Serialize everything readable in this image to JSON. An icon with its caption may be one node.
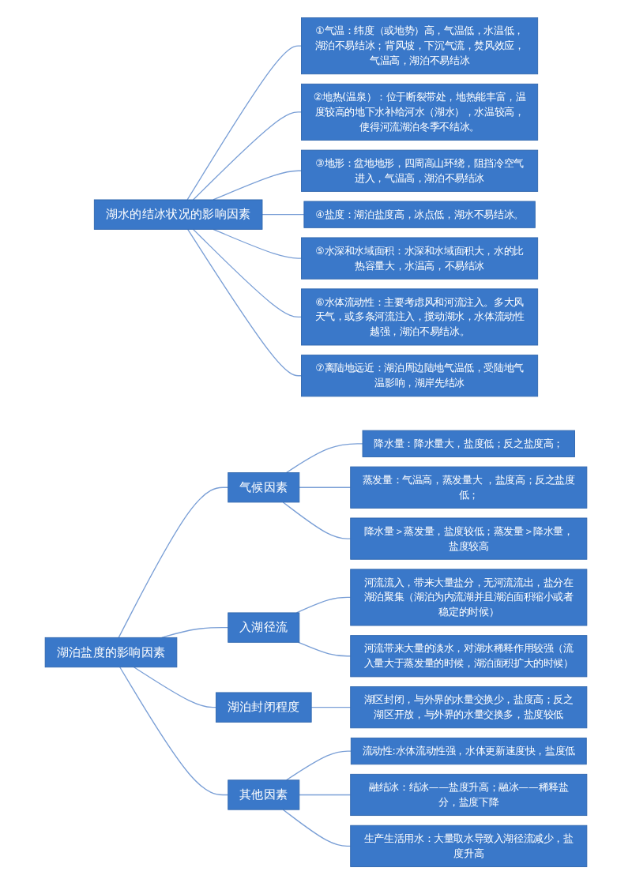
{
  "diagram": {
    "nodes": [
      {
        "text": [
          "湖泊盐度的影响因素"
        ]
      },
      {
        "text": [
          "气候因素"
        ]
      },
      {
        "text": [
          "降水量：降水量大，盐度低；反之盐度高；"
        ]
      },
      {
        "text": [
          "蒸发量：气温高，蒸发量大 ，盐度高；反之盐度低；"
        ]
      },
      {
        "text": [
          "降水量＞蒸发量，盐度较低；蒸发量＞降水量，盐度较高"
        ]
      },
      {
        "text": [
          "入湖径流"
        ]
      },
      {
        "text": [
          "河流流入，带来大量盐分，无河流流出，盐分在湖泊聚集（湖泊为内流湖并且湖泊面积缩小或者稳定的时候）"
        ]
      },
      {
        "text": [
          "河流带来大量的淡水，对湖水稀释作用较强（流入量大于蒸发量的时候，湖泊面积扩大的时候）"
        ]
      },
      {
        "text": [
          "湖泊封闭程度"
        ]
      },
      {
        "text": [
          "湖区封闭，与外界的水量交换少，盐度高；反之湖区开放，与外界的水量交换多，盐度较低"
        ]
      },
      {
        "text": [
          "其他因素"
        ]
      },
      {
        "text": [
          "流动性:水体流动性强，水体更新速度快，盐度低"
        ]
      },
      {
        "text": [
          "融结冰：结冰——盐度升高；融冰——稀释盐分，盐度下降"
        ]
      },
      {
        "text": [
          "生产生活用水：大量取水导致入湖径流减少，盐度升高"
        ]
      },
      {
        "text": [
          "湖水的结冰状况的影响因素"
        ]
      },
      {
        "text": [
          "①气温：纬度（或地势）高，气温低，水温低，湖泊不易结冰；背风坡，下沉气流，焚风效应，气温高，湖泊不易结冰"
        ]
      },
      {
        "text": [
          "②地热(温泉）：位于断裂带处，地热能丰富，温度较高的地下水补给河水（湖水），水温较高，使得河流湖泊冬季不结冰。"
        ]
      },
      {
        "text": [
          "③地形：盆地地形，四周高山环绕，阻挡冷空气进入，气温高，湖泊不易结冰"
        ]
      },
      {
        "text": [
          "④盐度：湖泊盐度高，冰点低，湖水不易结冰。"
        ]
      },
      {
        "text": [
          "⑤水深和水域面积：水深和水域面积大，水的比热容量大，水温高，不易结冰"
        ]
      },
      {
        "text": [
          "⑥水体流动性：主要考虑风和河流注入。多大风天气，或多条河流注入，搅动湖水，水体流动性越强，湖泊不易结冰。"
        ]
      },
      {
        "text": [
          "⑦离陆地远近：湖泊周边陆地气温低，受陆地气温影响，湖岸先结冰"
        ]
      }
    ],
    "edges": [
      {
        "from": 0,
        "to": 1,
        "arrow": "none"
      },
      {
        "from": 0,
        "to": 5,
        "arrow": "none"
      },
      {
        "from": 0,
        "to": 8,
        "arrow": "none"
      },
      {
        "from": 0,
        "to": 10,
        "arrow": "none"
      },
      {
        "from": 1,
        "to": 2,
        "arrow": "none"
      },
      {
        "from": 1,
        "to": 3,
        "arrow": "none"
      },
      {
        "from": 1,
        "to": 4,
        "arrow": "none"
      },
      {
        "from": 5,
        "to": 6,
        "arrow": "none"
      },
      {
        "from": 5,
        "to": 7,
        "arrow": "none"
      },
      {
        "from": 8,
        "to": 9,
        "arrow": "none"
      },
      {
        "from": 10,
        "to": 11,
        "arrow": "none"
      },
      {
        "from": 10,
        "to": 12,
        "arrow": "none"
      },
      {
        "from": 10,
        "to": 13,
        "arrow": "none"
      },
      {
        "from": 14,
        "to": 15,
        "arrow": "none"
      },
      {
        "from": 14,
        "to": 16,
        "arrow": "none"
      },
      {
        "from": 14,
        "to": 17,
        "arrow": "none"
      },
      {
        "from": 14,
        "to": 18,
        "arrow": "none"
      },
      {
        "from": 14,
        "to": 19,
        "arrow": "none"
      },
      {
        "from": 14,
        "to": 20,
        "arrow": "none"
      },
      {
        "from": 14,
        "to": 21,
        "arrow": "none"
      }
    ]
  }
}
